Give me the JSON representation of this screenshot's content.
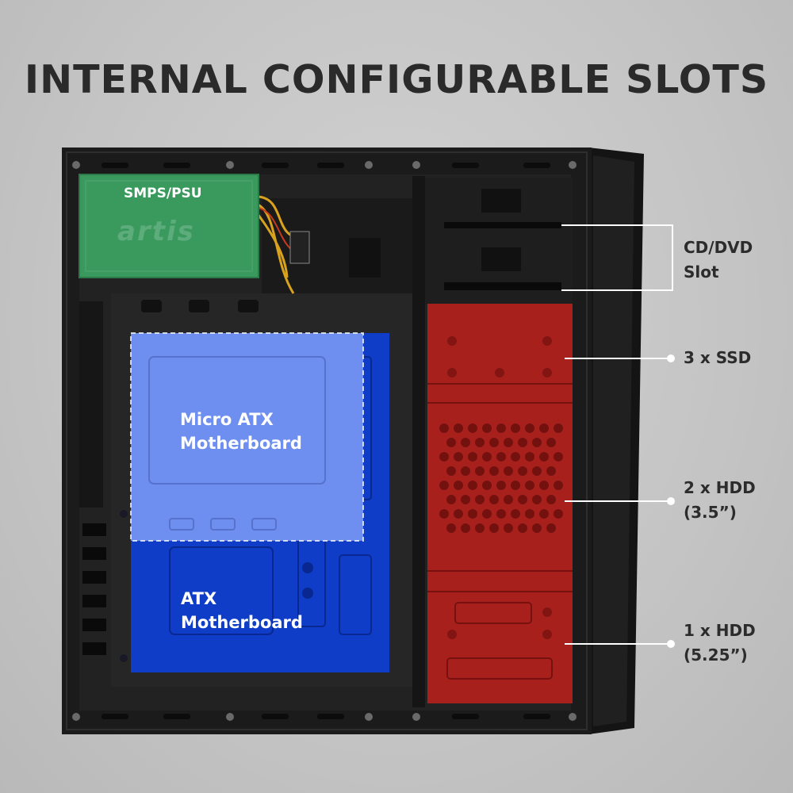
{
  "title": "INTERNAL CONFIGURABLE SLOTS",
  "psu": {
    "label": "SMPS/PSU",
    "brand": "artis"
  },
  "motherboards": {
    "micro_atx": {
      "line1": "Micro ATX",
      "line2": "Motherboard"
    },
    "atx": {
      "line1": "ATX",
      "line2": "Motherboard"
    }
  },
  "callouts": {
    "cd_dvd": {
      "line1": "CD/DVD",
      "line2": "Slot"
    },
    "ssd": {
      "line1": "3 x SSD"
    },
    "hdd_35": {
      "line1": "2 x HDD",
      "line2": "(3.5”)"
    },
    "hdd_525": {
      "line1": "1 x HDD",
      "line2": "(5.25”)"
    }
  },
  "colors": {
    "psu": "#3a9a5e",
    "atx": "#0f3dc8",
    "micro_atx": "#6f8ff0",
    "drive_cage": "#a8201c",
    "case": "#1c1c1c"
  }
}
